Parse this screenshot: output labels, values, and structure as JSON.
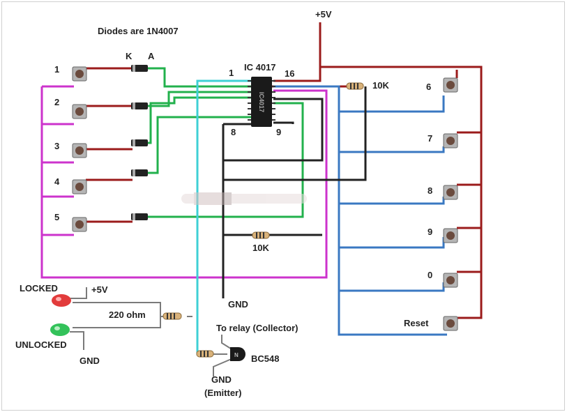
{
  "title": "Diodes are 1N4007",
  "supply_label": "+5V",
  "diode_labels": {
    "cathode": "K",
    "anode": "A"
  },
  "ic": {
    "name": "IC 4017",
    "chip_text": "IC4017",
    "pin1": "1",
    "pin16": "16",
    "pin8": "8",
    "pin9": "9"
  },
  "left_switches": [
    "1",
    "2",
    "3",
    "4",
    "5"
  ],
  "right_switches": [
    "6",
    "7",
    "8",
    "9",
    "0",
    "Reset"
  ],
  "resistors": {
    "top_right": "10K",
    "pin8_pulldown": "10K",
    "led_series": "220 ohm"
  },
  "leds": {
    "locked": "LOCKED",
    "unlocked": "UNLOCKED",
    "vcc": "+5V",
    "gnd": "GND"
  },
  "gnd_labels": {
    "ic_gnd": "GND"
  },
  "transistor": {
    "name": "BC548",
    "collector": "To relay (Collector)",
    "emitter_gnd": "GND",
    "emitter": "(Emitter)"
  },
  "colors": {
    "red": "#9b1b1b",
    "green": "#22b14c",
    "magenta": "#cc33cc",
    "blue": "#3a78c2",
    "cyan": "#3fd0d6",
    "black": "#222222"
  }
}
